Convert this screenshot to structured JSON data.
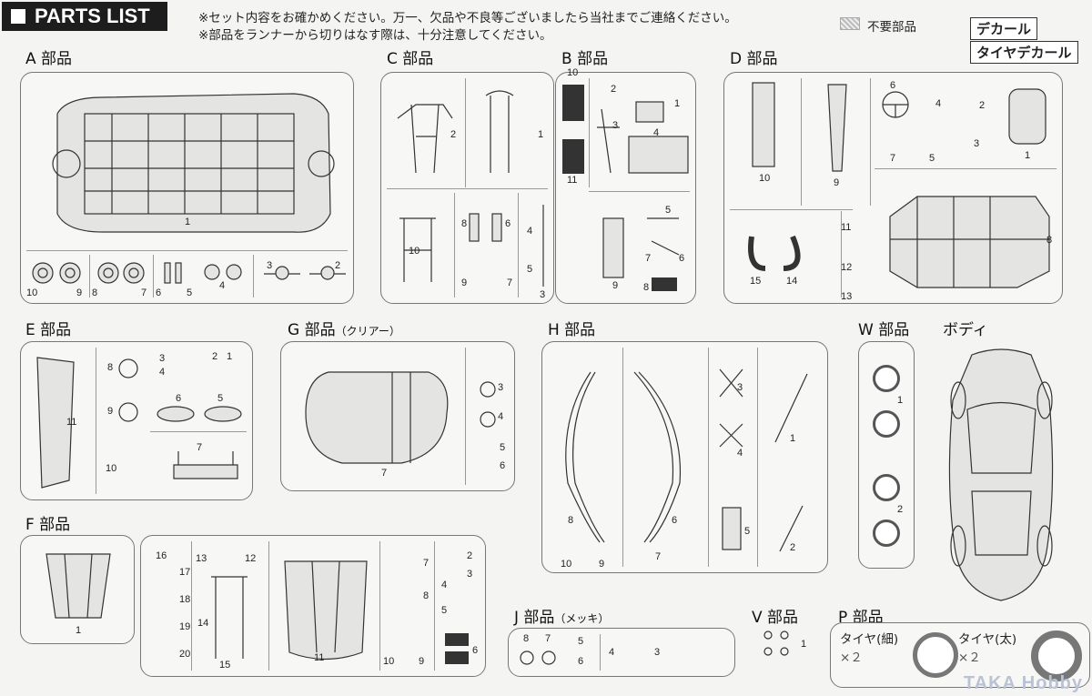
{
  "header": {
    "title": "PARTS LIST",
    "notes": [
      "※セット内容をお確かめください。万一、欠品や不良等ございましたら当社までご連絡ください。",
      "※部品をランナーから切りはなす際は、十分注意してください。"
    ],
    "legend_unused": "不要部品",
    "decal_labels": [
      "デカール",
      "タイヤデカール"
    ]
  },
  "sections": {
    "A": {
      "title": "A 部品",
      "numbers": [
        "1",
        "10",
        "9",
        "8",
        "7",
        "6",
        "5",
        "4",
        "3",
        "2"
      ]
    },
    "B": {
      "title": "B 部品",
      "numbers": [
        "10",
        "2",
        "1",
        "3",
        "4",
        "11",
        "5",
        "7",
        "6",
        "9",
        "8"
      ]
    },
    "C": {
      "title": "C 部品",
      "numbers": [
        "2",
        "1",
        "10",
        "8",
        "6",
        "4",
        "5",
        "9",
        "7",
        "3"
      ]
    },
    "D": {
      "title": "D 部品",
      "numbers": [
        "10",
        "9",
        "6",
        "4",
        "2",
        "3",
        "1",
        "7",
        "5",
        "8",
        "11",
        "12",
        "13",
        "15",
        "14"
      ]
    },
    "E": {
      "title": "E 部品",
      "numbers": [
        "8",
        "3",
        "4",
        "2",
        "1",
        "9",
        "6",
        "5",
        "11",
        "7",
        "10"
      ]
    },
    "G": {
      "title": "G 部品",
      "subtitle": "（クリアー）",
      "numbers": [
        "3",
        "4",
        "5",
        "6",
        "7"
      ]
    },
    "H": {
      "title": "H 部品",
      "numbers": [
        "3",
        "1",
        "4",
        "8",
        "6",
        "5",
        "2",
        "10",
        "9",
        "7"
      ]
    },
    "W": {
      "title": "W 部品",
      "numbers": [
        "1",
        "2"
      ]
    },
    "body": {
      "title": "ボディ"
    },
    "F": {
      "title": "F 部品",
      "numbers": [
        "1",
        "16",
        "17",
        "13",
        "12",
        "18",
        "14",
        "19",
        "20",
        "15",
        "11",
        "7",
        "8",
        "2",
        "3",
        "4",
        "5",
        "10",
        "9",
        "6"
      ]
    },
    "J": {
      "title": "J 部品",
      "subtitle": "（メッキ）",
      "numbers": [
        "8",
        "7",
        "5",
        "6",
        "4",
        "3"
      ]
    },
    "V": {
      "title": "V 部品",
      "numbers": [
        "1"
      ]
    },
    "P": {
      "title": "P 部品",
      "tire_thin": "タイヤ(細)",
      "tire_thin_qty": "×２",
      "tire_thick": "タイヤ(太)",
      "tire_thick_qty": "×２"
    }
  },
  "watermark": "TAKA Hobby"
}
